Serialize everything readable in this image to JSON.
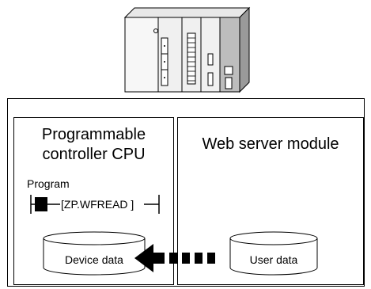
{
  "left_panel": {
    "title_line1": "Programmable",
    "title_line2": "controller CPU",
    "program_label": "Program",
    "instruction": "[ZP.WFREAD ]",
    "storage_label": "Device data"
  },
  "right_panel": {
    "title": "Web server module",
    "storage_label": "User data"
  },
  "icons": {
    "plc": "plc-hardware-icon",
    "arrow": "data-transfer-arrow-icon"
  }
}
